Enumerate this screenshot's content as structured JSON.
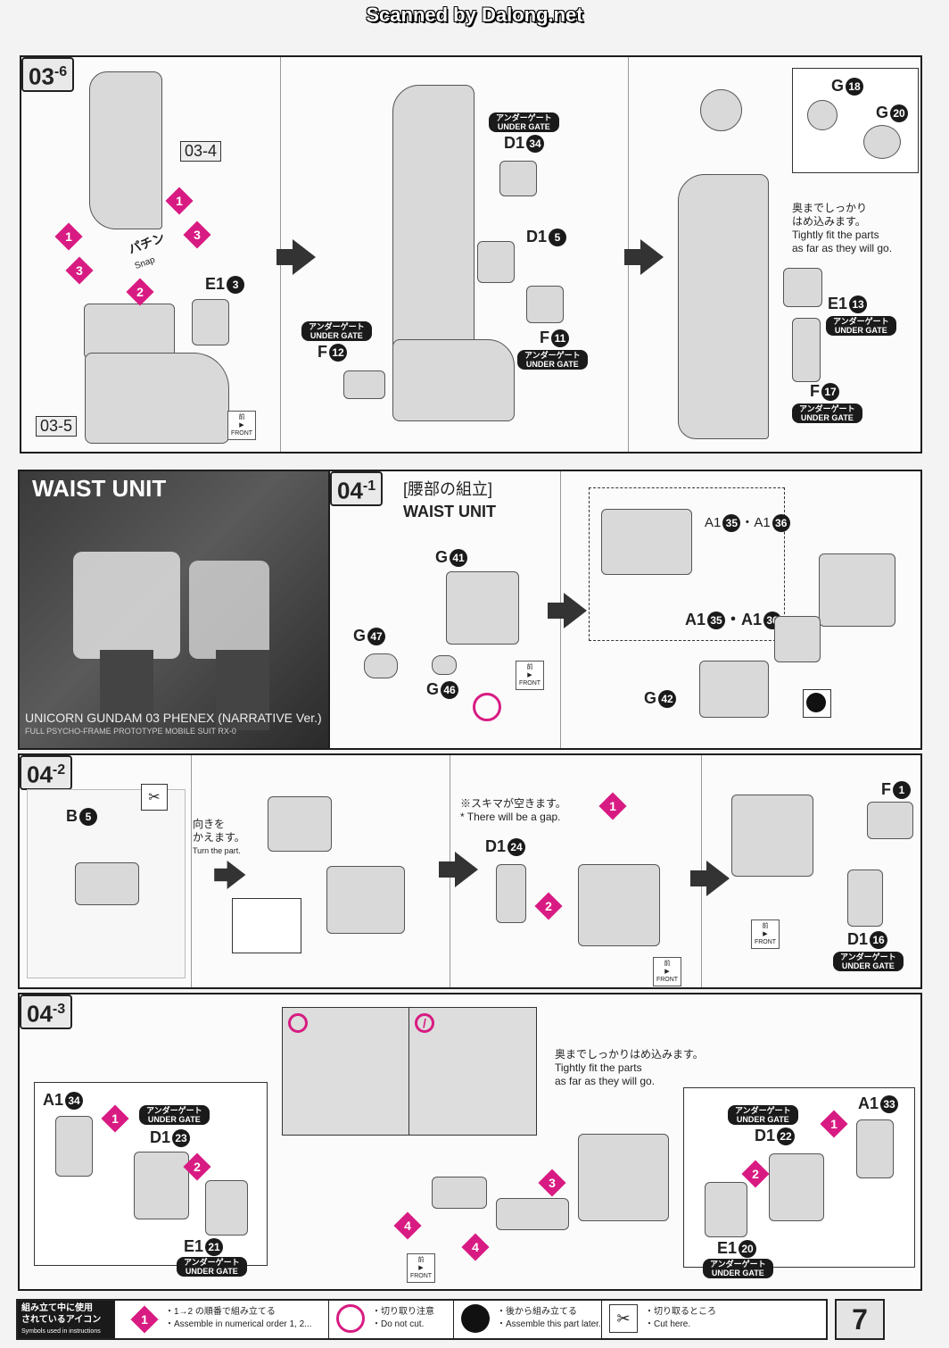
{
  "header": {
    "watermark": "Scanned by Dalong.net"
  },
  "section1": {
    "step": "03",
    "step_sub": "-6",
    "ref_top": "03-4",
    "ref_bottom": "03-5",
    "snap_jp": "パチン",
    "snap_en": "Snap",
    "parts": {
      "e1_3": "E1",
      "e1_3_num": "3",
      "d1_34": "D1",
      "d1_34_num": "34",
      "d1_5": "D1",
      "d1_5_num": "5",
      "f_11": "F",
      "f_11_num": "11",
      "f_12": "F",
      "f_12_num": "12",
      "g_18": "G",
      "g_18_num": "18",
      "g_20": "G",
      "g_20_num": "20",
      "e1_13": "E1",
      "e1_13_num": "13",
      "f_17": "F",
      "f_17_num": "17"
    },
    "under_gate_jp": "アンダーゲート",
    "under_gate_en": "UNDER GATE",
    "fit_note_jp1": "奥までしっかり",
    "fit_note_jp2": "はめ込みます。",
    "fit_note_en1": "Tightly fit the parts",
    "fit_note_en2": "as far as they will go.",
    "front_jp": "前",
    "front_en": "FRONT"
  },
  "hero": {
    "title": "WAIST UNIT",
    "model_name": "UNICORN GUNDAM 03 PHENEX (NARRATIVE Ver.)",
    "model_sub": "FULL PSYCHO-FRAME PROTOTYPE MOBILE SUIT RX-0"
  },
  "section2": {
    "step": "04",
    "step_sub": "-1",
    "title_jp": "[腰部の組立]",
    "title_en": "WAIST UNIT",
    "parts": {
      "g41": "G",
      "g41_num": "41",
      "g47": "G",
      "g47_num": "47",
      "g46": "G",
      "g46_num": "46",
      "g42": "G",
      "g42_num": "42",
      "a1_pair": "A1",
      "a1_pair_num1": "35",
      "a1_pair_num2": "36"
    }
  },
  "section3": {
    "step": "04",
    "step_sub": "-2",
    "b5": "B",
    "b5_num": "5",
    "turn_jp1": "向きを",
    "turn_jp2": "かえます。",
    "turn_en": "Turn the part.",
    "gap_jp": "※スキマが空きます。",
    "gap_en": "* There will be a gap.",
    "d1_24": "D1",
    "d1_24_num": "24",
    "f1": "F",
    "f1_num": "1",
    "d1_16": "D1",
    "d1_16_num": "16"
  },
  "section4": {
    "step": "04",
    "step_sub": "-3",
    "fit_note_jp": "奥までしっかりはめ込みます。",
    "fit_note_en1": "Tightly fit the parts",
    "fit_note_en2": "as far as they will go.",
    "a1_34": "A1",
    "a1_34_num": "34",
    "d1_23": "D1",
    "d1_23_num": "23",
    "e1_21": "E1",
    "e1_21_num": "21",
    "a1_33": "A1",
    "a1_33_num": "33",
    "d1_22": "D1",
    "d1_22_num": "22",
    "e1_20": "E1",
    "e1_20_num": "20"
  },
  "legend": {
    "title_jp1": "組み立て中に使用",
    "title_jp2": "されているアイコン",
    "title_en": "Symbols used in instructions",
    "item1_jp": "・1→2 の順番で組み立てる",
    "item1_en": "・Assemble in numerical order 1, 2...",
    "item2_jp": "・切り取り注意",
    "item2_en": "・Do not cut.",
    "item3_jp": "・後から組み立てる",
    "item3_en": "・Assemble this part later.",
    "item4_jp": "・切り取るところ",
    "item4_en": "・Cut here."
  },
  "page_number": "7",
  "colors": {
    "accent": "#d81b82",
    "line": "#1d1d1d"
  }
}
